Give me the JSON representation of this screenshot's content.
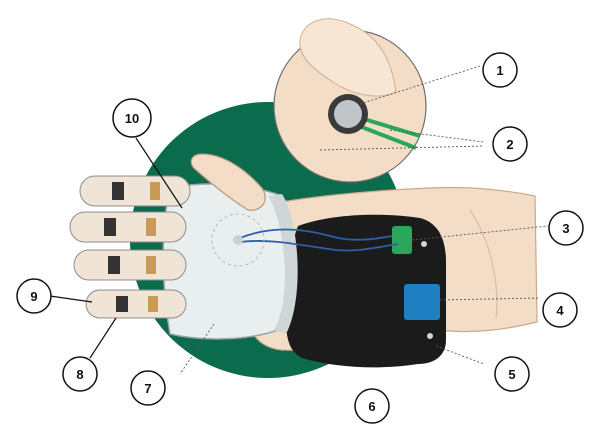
{
  "diagram": {
    "colors": {
      "background_disc": "#0b6b4d",
      "skin": "#f4ddc6",
      "skin_shade": "#e6c2a4",
      "shell": "#e9eeef",
      "band": "#1b1b1b",
      "blue_sensor": "#1f7fc1",
      "green_sensor": "#2aa75a",
      "wire": "#2f5fa8",
      "joint_metal": "#c99a55"
    },
    "callouts": [
      {
        "label": "1"
      },
      {
        "label": "2"
      },
      {
        "label": "3"
      },
      {
        "label": "4"
      },
      {
        "label": "5"
      },
      {
        "label": "6"
      },
      {
        "label": "7"
      },
      {
        "label": "8"
      },
      {
        "label": "9"
      },
      {
        "label": "10"
      }
    ]
  }
}
